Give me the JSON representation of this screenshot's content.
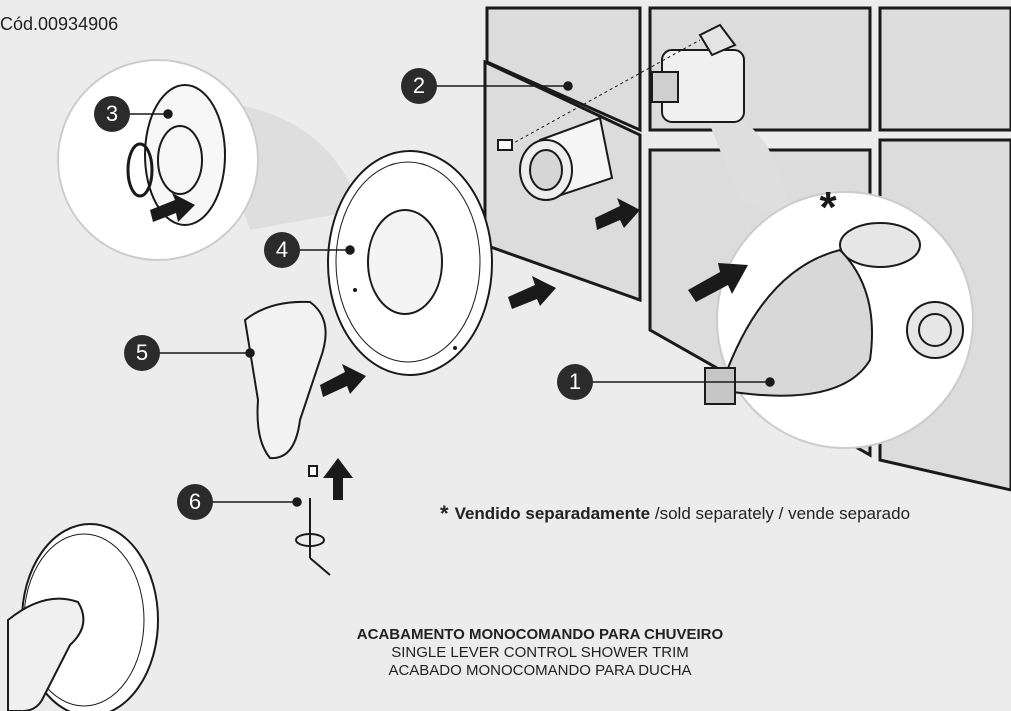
{
  "code": "Cód.00934906",
  "callouts": [
    "1",
    "2",
    "3",
    "4",
    "5",
    "6"
  ],
  "asterisk": "*",
  "note": {
    "star": "*",
    "bold": "Vendido separadamente",
    "rest": " /sold separately / vende separado"
  },
  "titles": {
    "pt": "ACABAMENTO MONOCOMANDO PARA CHUVEIRO",
    "en": "SINGLE LEVER CONTROL SHOWER TRIM",
    "es": "ACABADO MONOCOMANDO PARA DUCHA"
  },
  "colors": {
    "background": "#ececec",
    "tile": "#dcdcdc",
    "line": "#1a1a1a",
    "callout": "#2b2b2b",
    "circle": "#ffffff"
  }
}
